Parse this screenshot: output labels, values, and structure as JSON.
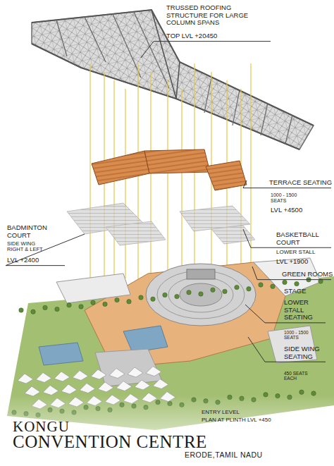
{
  "diagram": {
    "labels": [
      "TRUSSED ROOFING STRUCTURE FOR LARGE COLUMN SPANS",
      "TOP LVL +20450",
      "TERRACE SEATING",
      "1000 - 1500 SEATS",
      "LVL +4500",
      "BADMINTON COURT",
      "SIDE WING RIGHT & LEFT",
      "LVL +2400",
      "BASKETBALL COURT",
      "LOWER STALL",
      "LVL +1900",
      "GREEN ROOMS",
      "STAGE",
      "LOWER STALL SEATING",
      "1000 - 1500 SEATS",
      "SIDE WING SEATING",
      "450 SEATS EACH",
      "ENTRY LEVEL",
      "PLAN AT PLINTH LVL +450",
      "KONGU",
      "CONVENTION CENTRE",
      "ERODE,TAMIL NADU"
    ]
  }
}
